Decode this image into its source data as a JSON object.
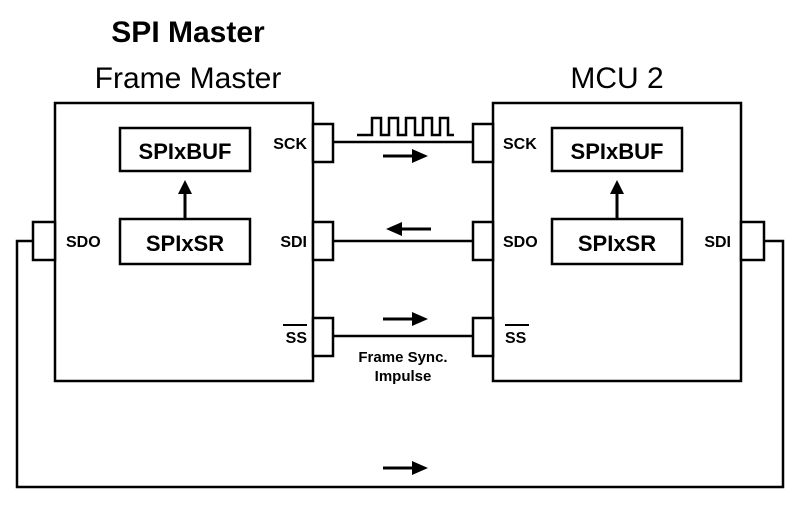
{
  "header": {
    "title": "SPI Master",
    "left_device_label": "Frame Master",
    "right_device_label": "MCU 2"
  },
  "left_device": {
    "buffer_label": "SPIxBUF",
    "shift_register_label": "SPIxSR",
    "pins": {
      "sck": "SCK",
      "sdo": "SDO",
      "sdi": "SDI",
      "ss": "SS"
    }
  },
  "right_device": {
    "buffer_label": "SPIxBUF",
    "shift_register_label": "SPIxSR",
    "pins": {
      "sck": "SCK",
      "sdo": "SDO",
      "sdi": "SDI",
      "ss": "SS"
    }
  },
  "annotations": {
    "frame_sync_line1": "Frame Sync.",
    "frame_sync_line2": "Impulse"
  },
  "colors": {
    "stroke": "#000000",
    "background": "#ffffff"
  }
}
